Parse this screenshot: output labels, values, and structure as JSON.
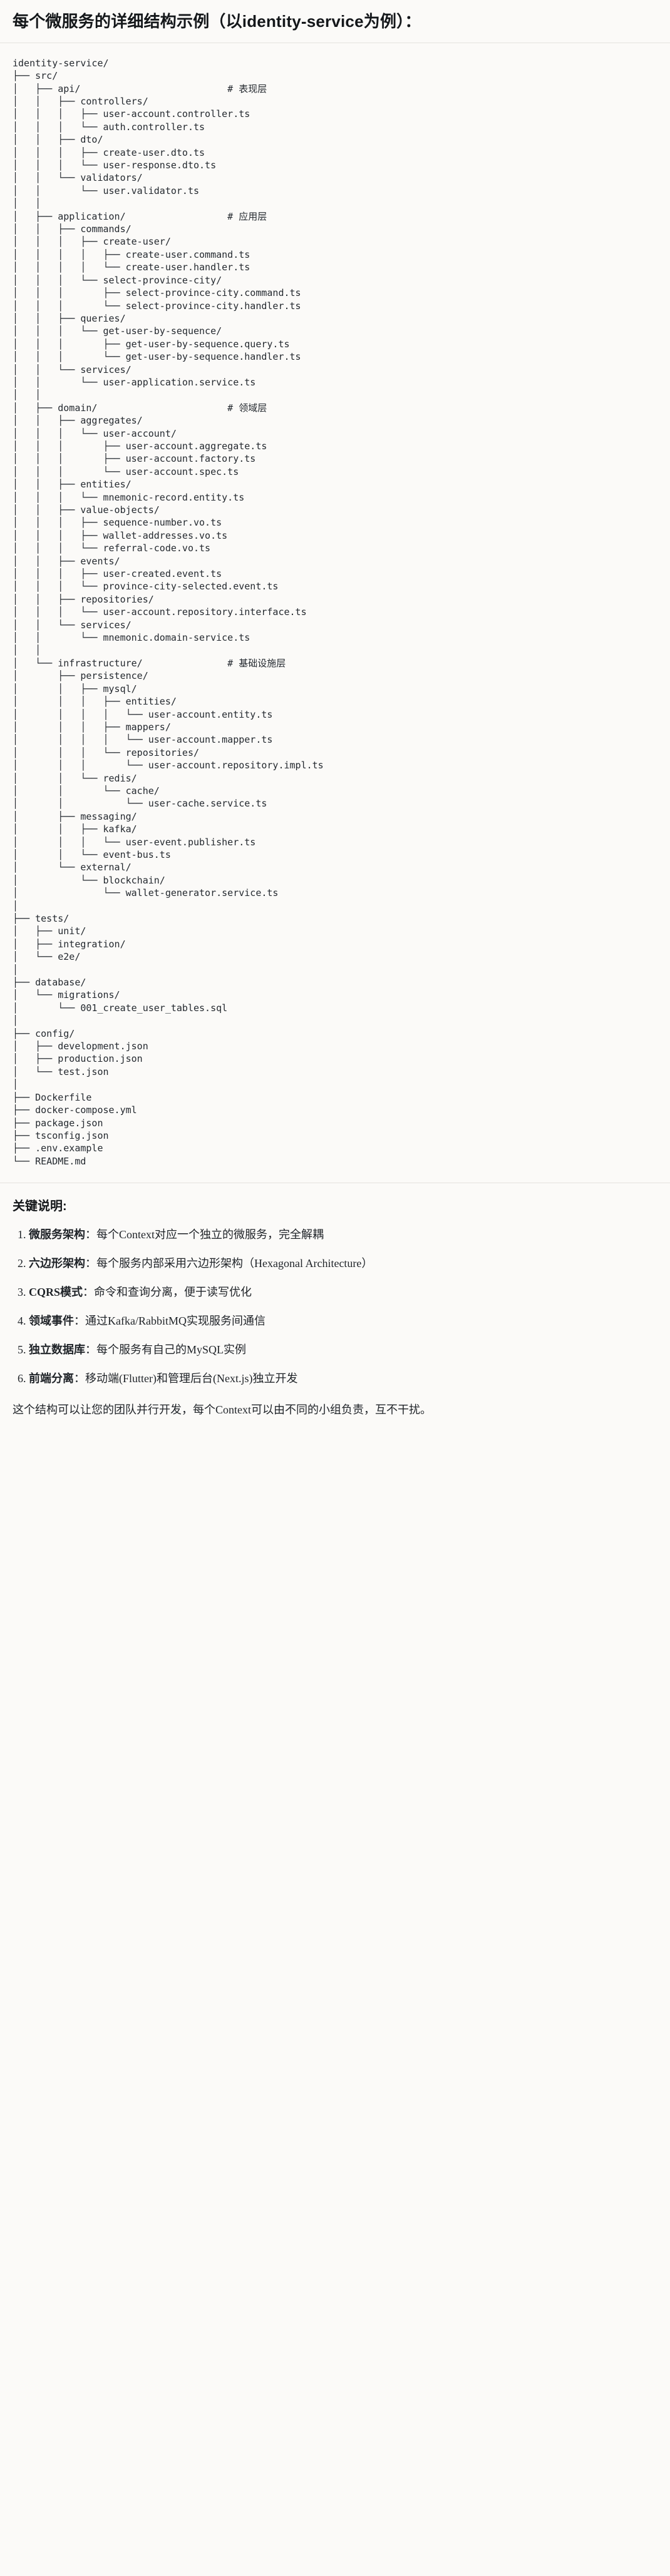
{
  "document": {
    "title": "每个微服务的详细结构示例（以identity-service为例）：",
    "tree": "identity-service/\n├── src/\n│   ├── api/                          # 表现层\n│   │   ├── controllers/\n│   │   │   ├── user-account.controller.ts\n│   │   │   └── auth.controller.ts\n│   │   ├── dto/\n│   │   │   ├── create-user.dto.ts\n│   │   │   └── user-response.dto.ts\n│   │   └── validators/\n│   │       └── user.validator.ts\n│   │\n│   ├── application/                  # 应用层\n│   │   ├── commands/\n│   │   │   ├── create-user/\n│   │   │   │   ├── create-user.command.ts\n│   │   │   │   └── create-user.handler.ts\n│   │   │   └── select-province-city/\n│   │   │       ├── select-province-city.command.ts\n│   │   │       └── select-province-city.handler.ts\n│   │   ├── queries/\n│   │   │   └── get-user-by-sequence/\n│   │   │       ├── get-user-by-sequence.query.ts\n│   │   │       └── get-user-by-sequence.handler.ts\n│   │   └── services/\n│   │       └── user-application.service.ts\n│   │\n│   ├── domain/                       # 领域层\n│   │   ├── aggregates/\n│   │   │   └── user-account/\n│   │   │       ├── user-account.aggregate.ts\n│   │   │       ├── user-account.factory.ts\n│   │   │       └── user-account.spec.ts\n│   │   ├── entities/\n│   │   │   └── mnemonic-record.entity.ts\n│   │   ├── value-objects/\n│   │   │   ├── sequence-number.vo.ts\n│   │   │   ├── wallet-addresses.vo.ts\n│   │   │   └── referral-code.vo.ts\n│   │   ├── events/\n│   │   │   ├── user-created.event.ts\n│   │   │   └── province-city-selected.event.ts\n│   │   ├── repositories/\n│   │   │   └── user-account.repository.interface.ts\n│   │   └── services/\n│   │       └── mnemonic.domain-service.ts\n│   │\n│   └── infrastructure/               # 基础设施层\n│       ├── persistence/\n│       │   ├── mysql/\n│       │   │   ├── entities/\n│       │   │   │   └── user-account.entity.ts\n│       │   │   ├── mappers/\n│       │   │   │   └── user-account.mapper.ts\n│       │   │   └── repositories/\n│       │   │       └── user-account.repository.impl.ts\n│       │   └── redis/\n│       │       └── cache/\n│       │           └── user-cache.service.ts\n│       ├── messaging/\n│       │   ├── kafka/\n│       │   │   └── user-event.publisher.ts\n│       │   └── event-bus.ts\n│       └── external/\n│           └── blockchain/\n│               └── wallet-generator.service.ts\n│\n├── tests/\n│   ├── unit/\n│   ├── integration/\n│   └── e2e/\n│\n├── database/\n│   └── migrations/\n│       └── 001_create_user_tables.sql\n│\n├── config/\n│   ├── development.json\n│   ├── production.json\n│   └── test.json\n│\n├── Dockerfile\n├── docker-compose.yml\n├── package.json\n├── tsconfig.json\n├── .env.example\n└── README.md"
  },
  "notes": {
    "heading": "关键说明:",
    "items": [
      {
        "term": "微服务架构",
        "desc": "：每个Context对应一个独立的微服务，完全解耦"
      },
      {
        "term": "六边形架构",
        "desc": "：每个服务内部采用六边形架构（Hexagonal Architecture）"
      },
      {
        "term": "CQRS模式",
        "desc": "：命令和查询分离，便于读写优化"
      },
      {
        "term": "领域事件",
        "desc": "：通过Kafka/RabbitMQ实现服务间通信"
      },
      {
        "term": "独立数据库",
        "desc": "：每个服务有自己的MySQL实例"
      },
      {
        "term": "前端分离",
        "desc": "：移动端(Flutter)和管理后台(Next.js)独立开发"
      }
    ],
    "closing": "这个结构可以让您的团队并行开发，每个Context可以由不同的小组负责，互不干扰。"
  },
  "colors": {
    "background": "#fbfaf8",
    "text": "#1f2328",
    "rule": "#e4e2de"
  }
}
